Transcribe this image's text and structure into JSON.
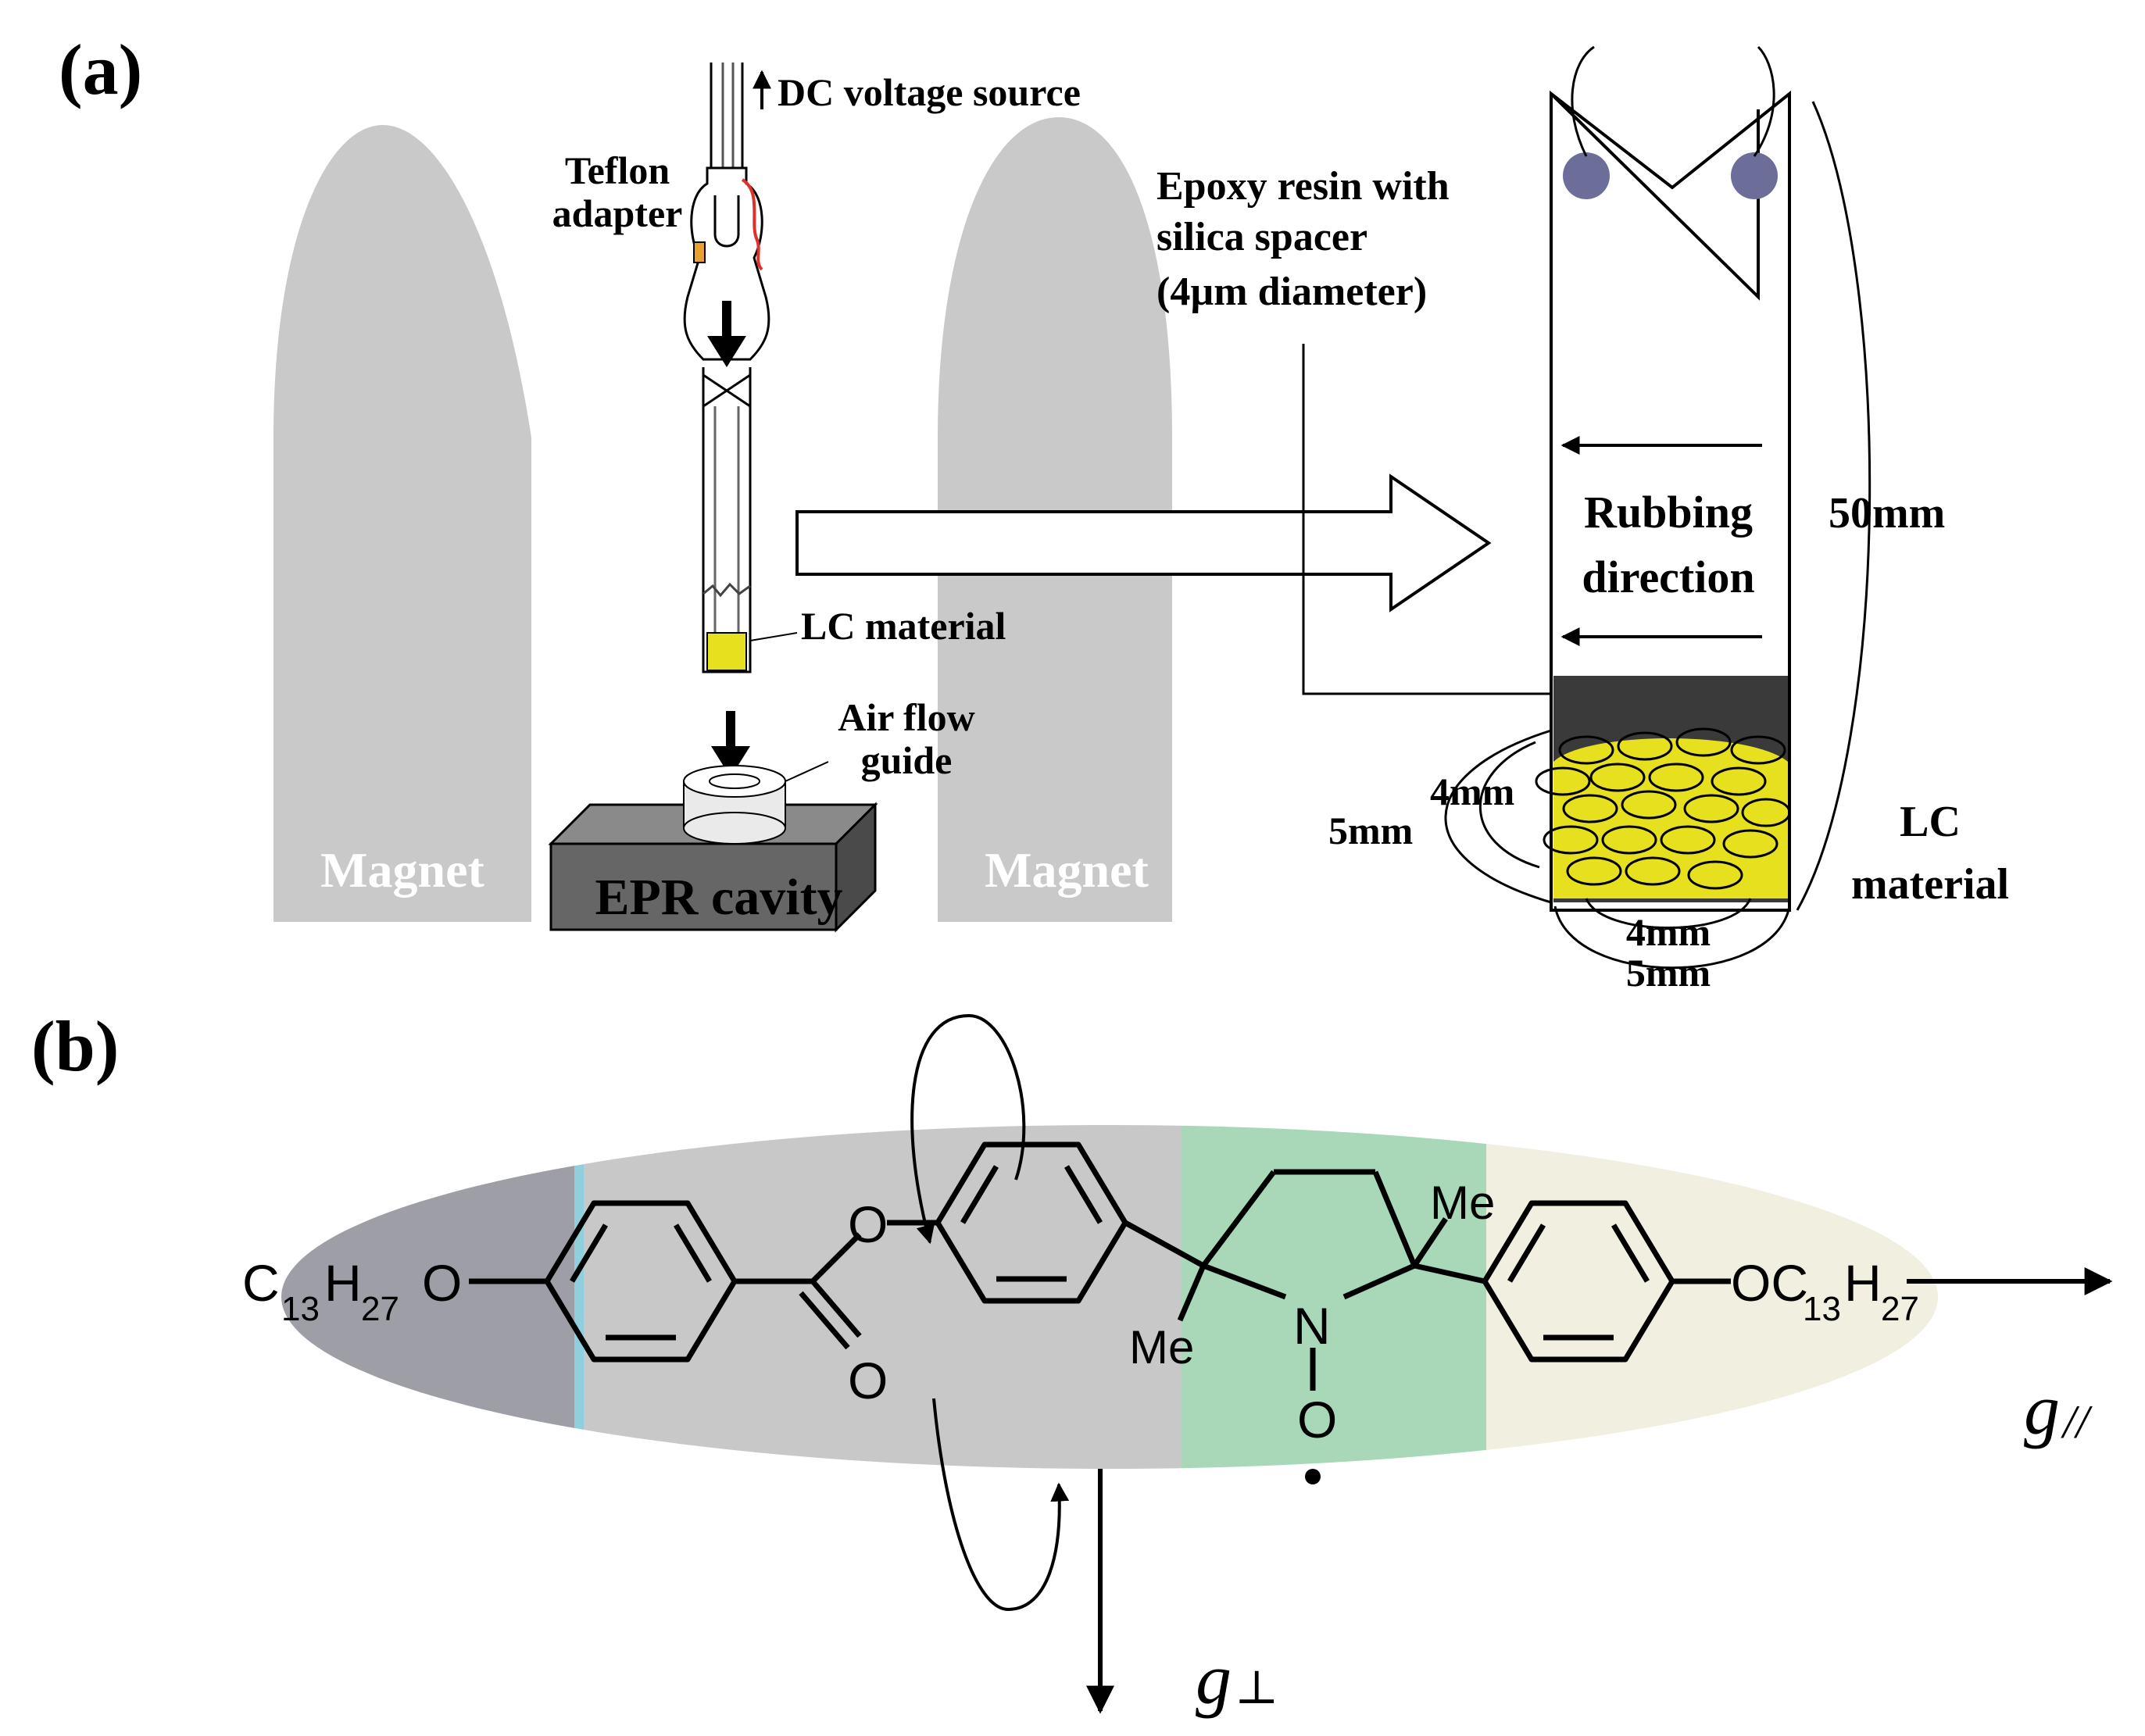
{
  "panel_a": {
    "panel_label": "(a)",
    "dc_source": "DC voltage source",
    "teflon": "Teflon",
    "adapter": "adapter",
    "lc_material_tube": "LC material",
    "air_flow": "Air flow",
    "guide": "guide",
    "epr_cavity": "EPR cavity",
    "magnet_left": "Magnet",
    "magnet_right": "Magnet",
    "epoxy_line1": "Epoxy resin with",
    "epoxy_line2": "silica spacer",
    "epoxy_line3": "(4µm diameter)",
    "rubbing": "Rubbing",
    "direction": "direction",
    "dim_50": "50mm",
    "dim_4mm_side": "4mm",
    "dim_5mm_side": "5mm",
    "dim_4mm_bottom": "4mm",
    "dim_5mm_bottom": "5mm",
    "lc_label_1": "LC",
    "lc_label_2": "material",
    "colors": {
      "magnet": "#c9c9c9",
      "lc_yellow": "#e6e01e",
      "electrode": "#6d6d9a",
      "cavity": "#666666",
      "wire": "#e0302a"
    }
  },
  "panel_b": {
    "panel_label": "(b)",
    "left_chain_c": "C",
    "left_chain_sub1": "13",
    "left_chain_h": "H",
    "left_chain_sub2": "27",
    "left_chain_o": "O",
    "ester_o_top": "O",
    "ester_o_bottom": "O",
    "me_top": "Me",
    "me_bottom": "Me",
    "nitrogen": "N",
    "oxygen_radical": "O",
    "right_chain_oc": "OC",
    "right_chain_sub1": "13",
    "right_chain_h": "H",
    "right_chain_sub2": "27",
    "g_parallel": "g",
    "g_parallel_sub": "//",
    "g_perp": "g",
    "g_perp_sub": "⊥",
    "colors": {
      "segment_dark": "#9e9ea6",
      "segment_mid": "#c8c8c8",
      "segment_green": "#a8d8b8",
      "segment_cream": "#f1efe0",
      "divider_blue": "#8fd0dc"
    }
  }
}
